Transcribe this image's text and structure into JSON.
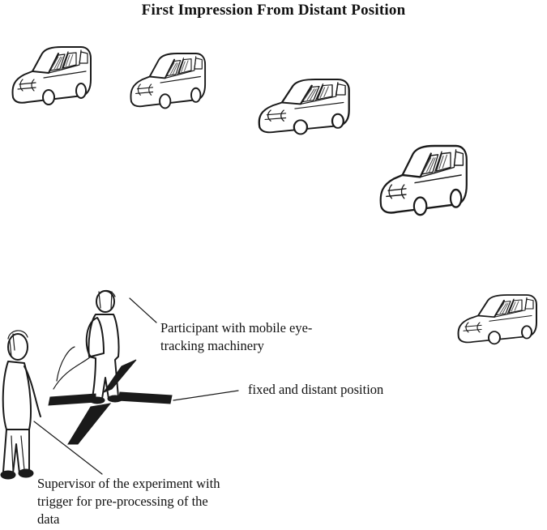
{
  "title": "First Impression From Distant Position",
  "labels": {
    "participant": [
      "Participant with mobile eye-",
      "tracking machinery"
    ],
    "position": [
      "fixed and distant position"
    ],
    "supervisor": [
      "Supervisor of the experiment with",
      "trigger for pre-processing  of the",
      "data"
    ]
  },
  "colors": {
    "ink": "#1a1a1a",
    "background": "#ffffff"
  }
}
